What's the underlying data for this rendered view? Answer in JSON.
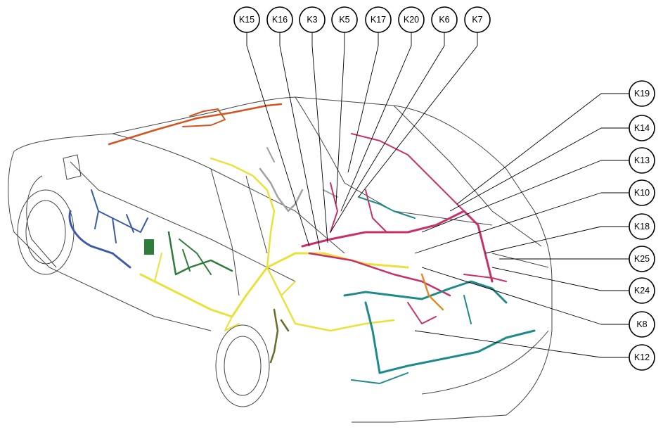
{
  "callouts_top": [
    {
      "id": "k15",
      "label": "K15"
    },
    {
      "id": "k16",
      "label": "K16"
    },
    {
      "id": "k3",
      "label": "K3"
    },
    {
      "id": "k5",
      "label": "K5"
    },
    {
      "id": "k17",
      "label": "K17"
    },
    {
      "id": "k20",
      "label": "K20"
    },
    {
      "id": "k6",
      "label": "K6"
    },
    {
      "id": "k7",
      "label": "K7"
    }
  ],
  "callouts_right": [
    {
      "id": "k19",
      "label": "K19"
    },
    {
      "id": "k14",
      "label": "K14"
    },
    {
      "id": "k13",
      "label": "K13"
    },
    {
      "id": "k10",
      "label": "K10"
    },
    {
      "id": "k18",
      "label": "K18"
    },
    {
      "id": "k25",
      "label": "K25"
    },
    {
      "id": "k24",
      "label": "K24"
    },
    {
      "id": "k8",
      "label": "K8"
    },
    {
      "id": "k12",
      "label": "K12"
    }
  ],
  "harness_colors": {
    "roof": "#d2541e",
    "main_yellow": "#e8e23a",
    "front_door_blue": "#3d5aa8",
    "rear_door_green": "#2e7d3a",
    "body_magenta": "#c8306a",
    "rear_teal": "#1f8a8a",
    "gray": "#a0a0a0",
    "olive": "#6b6b2a",
    "orange": "#e08a2a"
  }
}
